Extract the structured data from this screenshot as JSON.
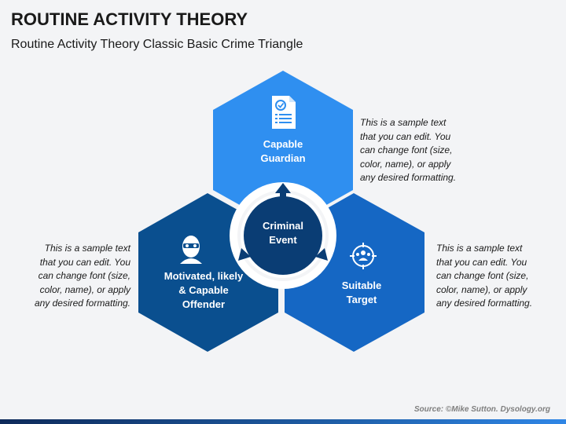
{
  "header": {
    "title": "ROUTINE ACTIVITY THEORY",
    "subtitle": "Routine Activity Theory Classic Basic Crime Triangle"
  },
  "diagram": {
    "center_label": "Criminal\nEvent",
    "nodes": [
      {
        "id": "guardian",
        "label": "Capable\nGuardian",
        "icon": "document-check-icon",
        "color": "#2f8ff0"
      },
      {
        "id": "offender",
        "label": "Motivated, likely\n& Capable\nOffender",
        "icon": "masked-person-icon",
        "color": "#0a4f8f"
      },
      {
        "id": "target",
        "label": "Suitable\nTarget",
        "icon": "target-group-icon",
        "color": "#1567c4"
      }
    ],
    "center_color": "#0a3d74"
  },
  "texts": {
    "top": "This is a sample text\nthat you can edit. You\ncan change font (size,\ncolor, name), or apply\nany desired formatting.",
    "left": "This is a sample text\nthat you can edit. You\ncan change font (size,\ncolor, name), or apply\nany desired formatting.",
    "right": "This is a sample text\nthat you can edit. You\ncan change font (size,\ncolor, name), or apply\nany desired formatting."
  },
  "footer": {
    "source": "Source: ©Mike Sutton. Dysology.org"
  }
}
